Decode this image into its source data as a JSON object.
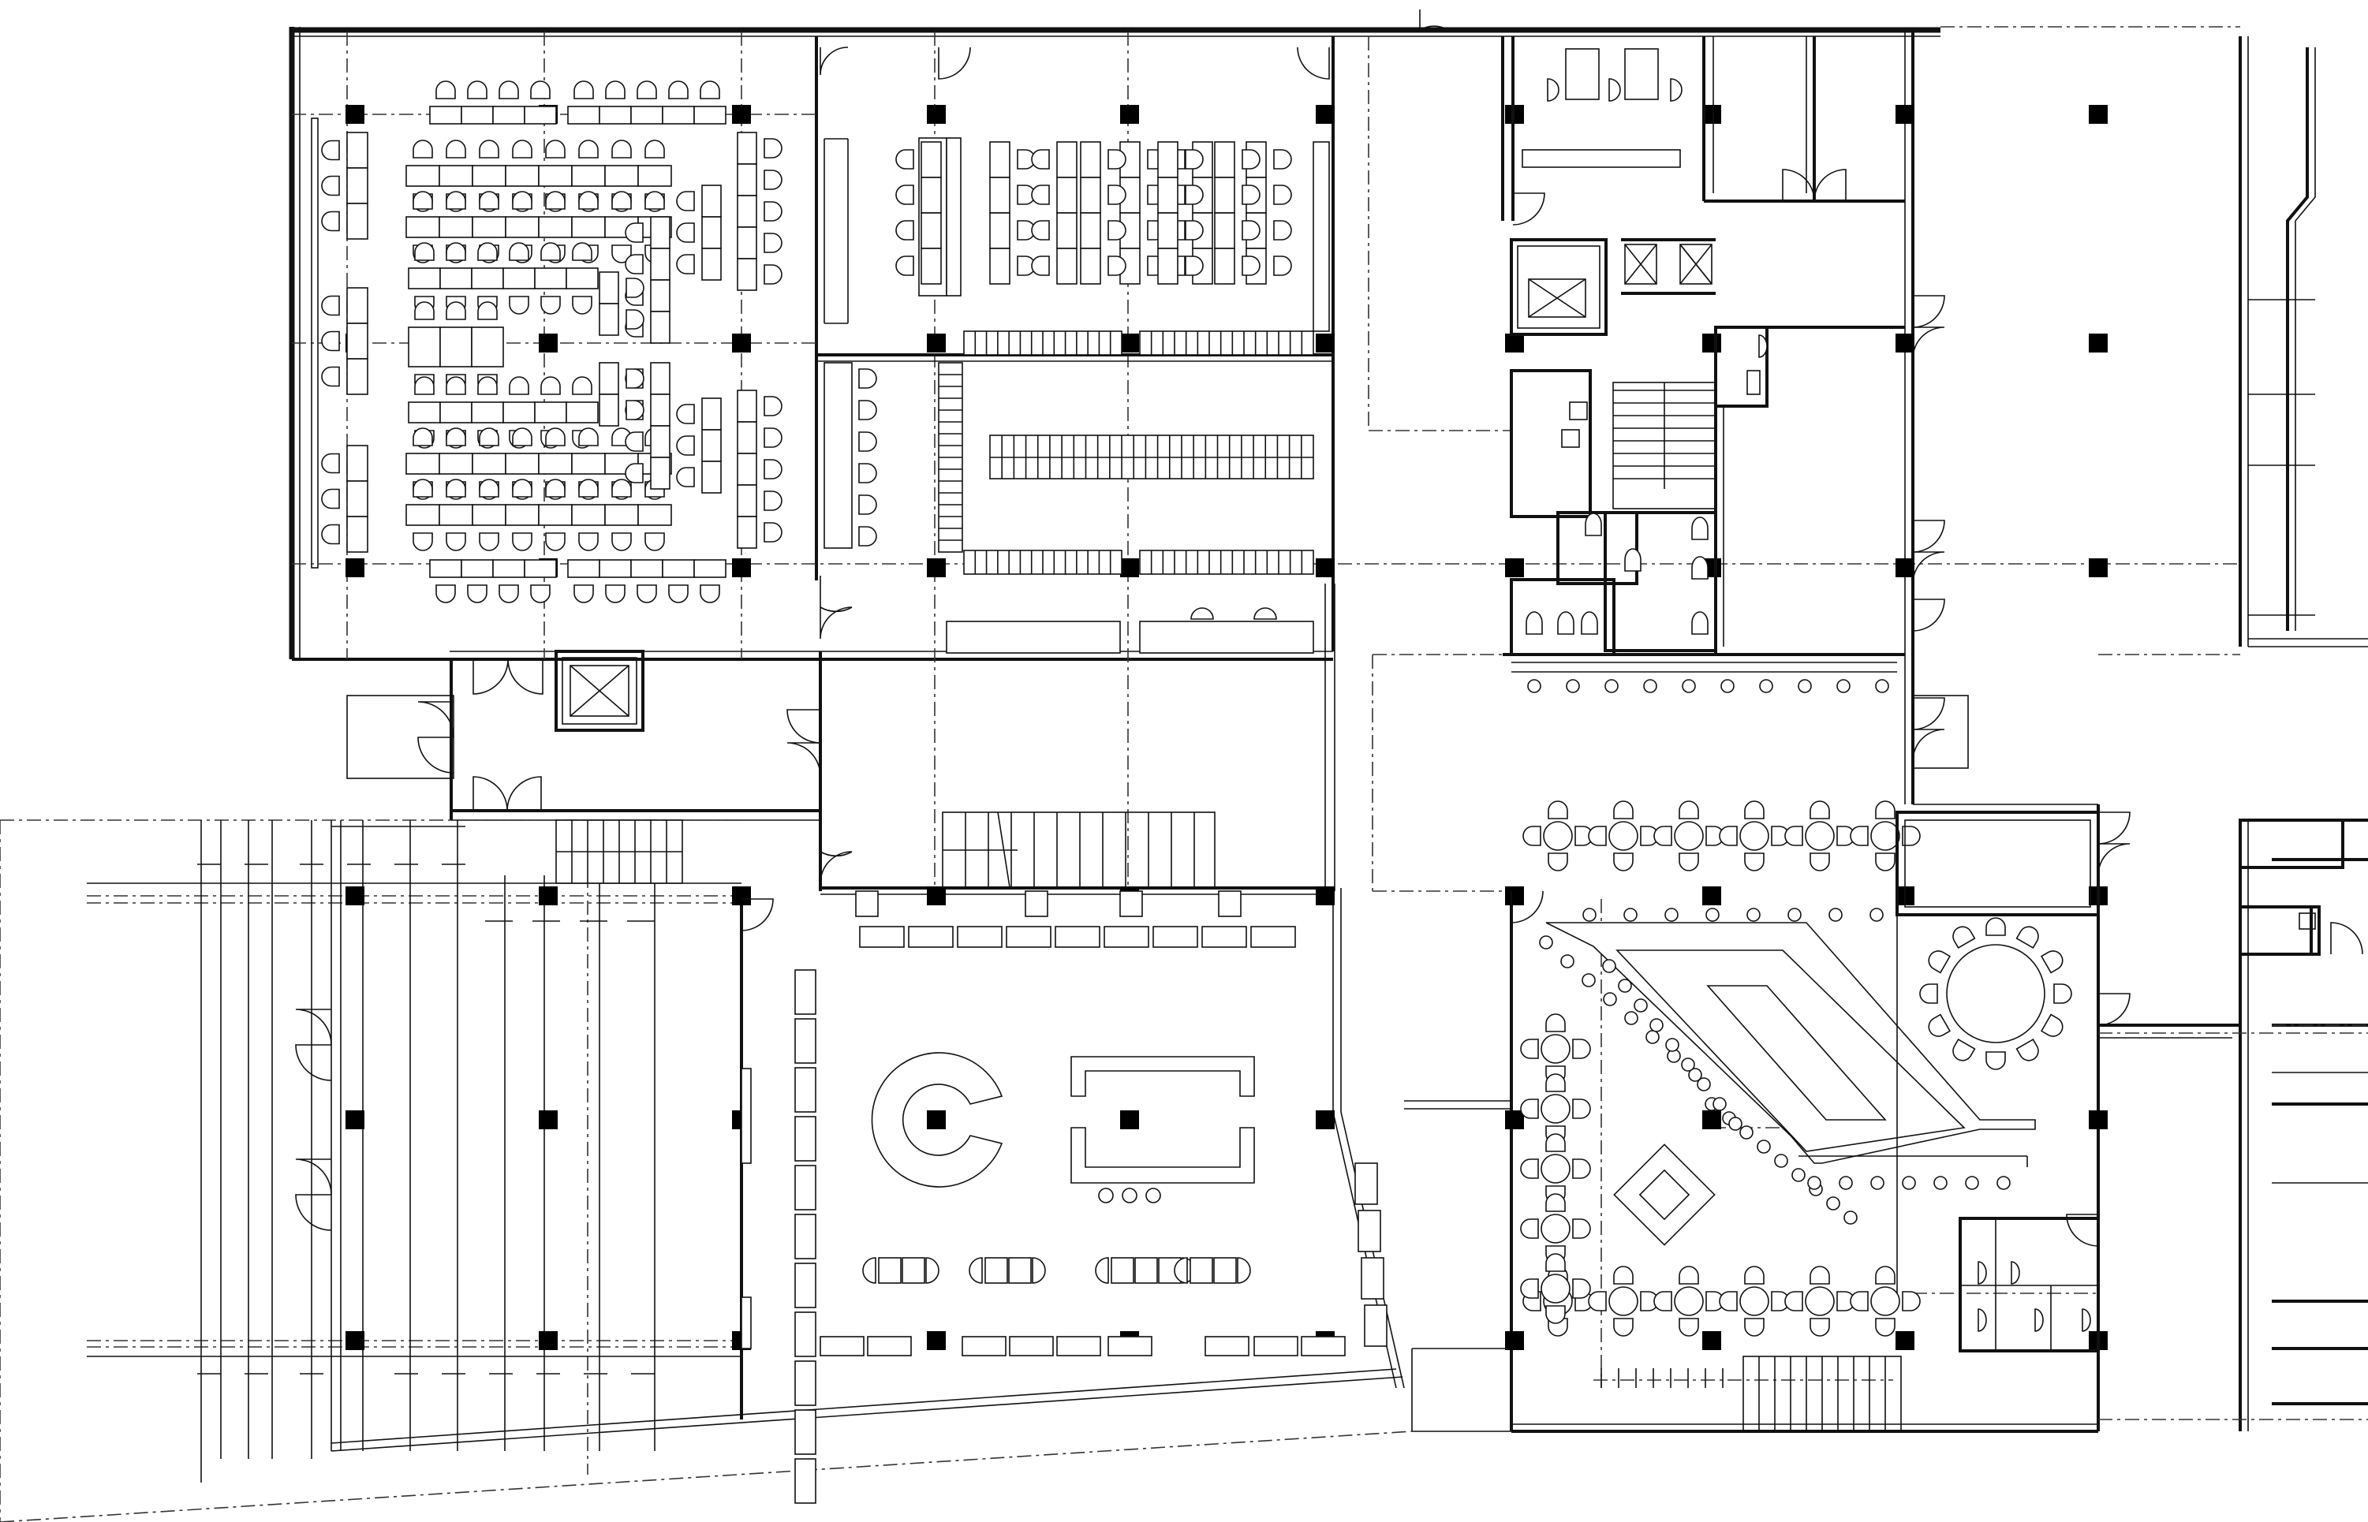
{
  "drawing": {
    "type": "floor-plan",
    "labels": []
  },
  "legend": {
    "column_symbol": "filled-square",
    "door_symbol": "quarter-arc",
    "stair_symbol": "parallel-treads",
    "toilet_symbol": "rounded-fixture"
  },
  "zones": [
    "office-workstations",
    "library-stacks",
    "core-lift-stair",
    "toilets",
    "cafe-dining",
    "lobby-reception",
    "parking-area",
    "stairwell",
    "meeting-room"
  ],
  "colors": {
    "line": "#111111",
    "background": "#ffffff"
  }
}
